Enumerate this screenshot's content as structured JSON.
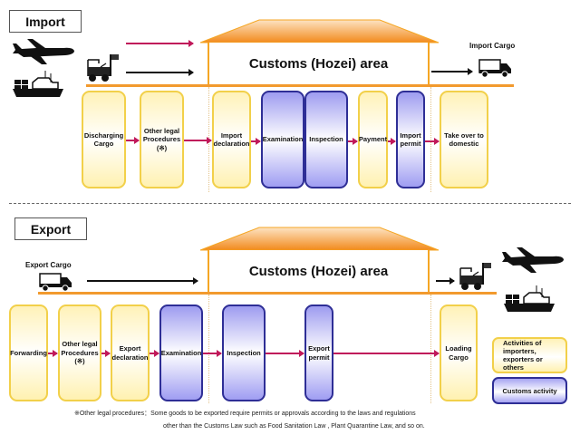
{
  "import": {
    "section_label": "Import",
    "area_title": "Customs (Hozei) area",
    "cargo_label": "Import Cargo",
    "steps": [
      {
        "label": "Discharging\nCargo",
        "actor": "importer"
      },
      {
        "label": "Other legal\nProcedures\n(※)",
        "actor": "importer"
      },
      {
        "label": "Import\ndeclaration",
        "actor": "importer"
      },
      {
        "label": "Examination",
        "actor": "customs"
      },
      {
        "label": "Inspection",
        "actor": "customs"
      },
      {
        "label": "Payment",
        "actor": "importer"
      },
      {
        "label": "Import\npermit",
        "actor": "customs"
      },
      {
        "label": "Take over to\ndomestic",
        "actor": "importer"
      }
    ]
  },
  "export": {
    "section_label": "Export",
    "area_title": "Customs (Hozei) area",
    "cargo_label": "Export Cargo",
    "steps": [
      {
        "label": "Forwarding",
        "actor": "exporter"
      },
      {
        "label": "Other legal\nProcedures\n(※)",
        "actor": "exporter"
      },
      {
        "label": "Export\ndeclaration",
        "actor": "exporter"
      },
      {
        "label": "Examination",
        "actor": "customs"
      },
      {
        "label": "Inspection",
        "actor": "customs"
      },
      {
        "label": "Export\npermit",
        "actor": "customs"
      },
      {
        "label": "Loading\nCargo",
        "actor": "exporter"
      }
    ]
  },
  "legend": {
    "traders": "Activities of\nimporters,\nexporters or\nothers",
    "customs": "Customs activity"
  },
  "footnote": {
    "line1": "※Other legal procedures：Some goods to be exported require permits or approvals according to the laws and regulations",
    "line2": "other than the Customs Law such as Food Sanitation Law , Plant Quarantine Law, and so on."
  },
  "colors": {
    "trader_border": "#f2d04a",
    "customs_border": "#2e2e96",
    "flow_arrow": "#c0185a",
    "roof": "#f29a2e"
  }
}
